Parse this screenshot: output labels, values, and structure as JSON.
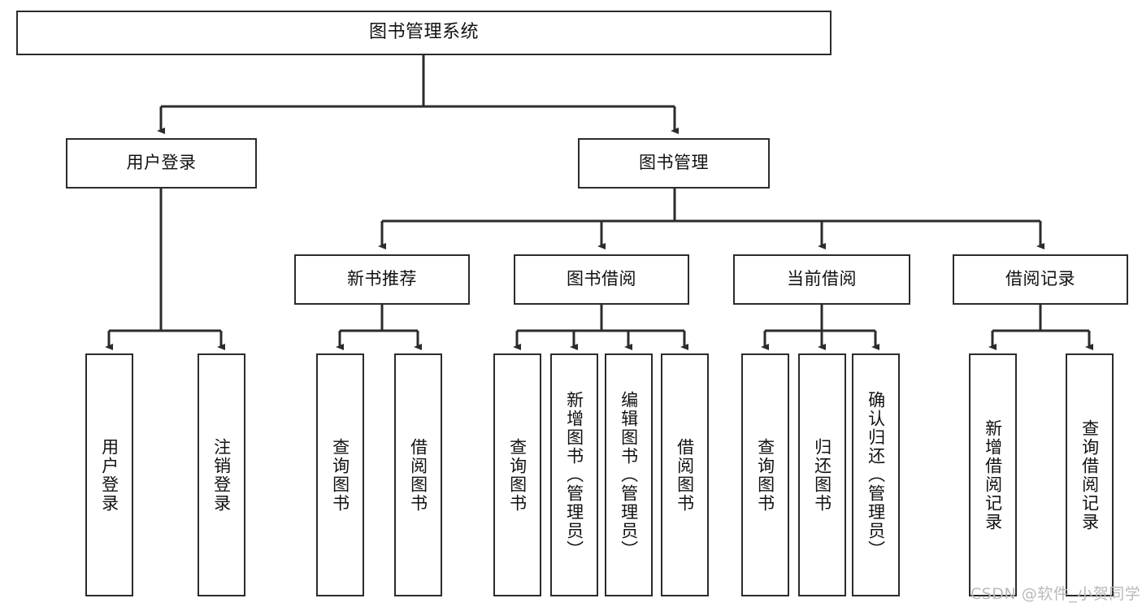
{
  "diagram": {
    "title": "图书管理系统",
    "watermark": "CSDN @软件_小贺同学",
    "edge_color": "#2b2b2b",
    "box_border_color": "#2b2b2b",
    "background": "#ffffff"
  },
  "nodes": {
    "root": {
      "label": "图书管理系统"
    },
    "level2": [
      {
        "label": "用户登录"
      },
      {
        "label": "图书管理"
      }
    ],
    "level3": [
      {
        "label": "新书推荐"
      },
      {
        "label": "图书借阅"
      },
      {
        "label": "当前借阅"
      },
      {
        "label": "借阅记录"
      }
    ],
    "leaves": {
      "user_login": [
        {
          "label": "用户登录"
        },
        {
          "label": "注销登录"
        }
      ],
      "new_book": [
        {
          "label": "查询图书"
        },
        {
          "label": "借阅图书"
        }
      ],
      "book_borrow": [
        {
          "label": "查询图书"
        },
        {
          "label": "新增图书（管理员）"
        },
        {
          "label": "编辑图书（管理员）"
        },
        {
          "label": "借阅图书"
        }
      ],
      "current_borrow": [
        {
          "label": "查询图书"
        },
        {
          "label": "归还图书"
        },
        {
          "label": "确认归还（管理员）"
        }
      ],
      "borrow_record": [
        {
          "label": "新增借阅记录"
        },
        {
          "label": "查询借阅记录"
        }
      ]
    }
  }
}
